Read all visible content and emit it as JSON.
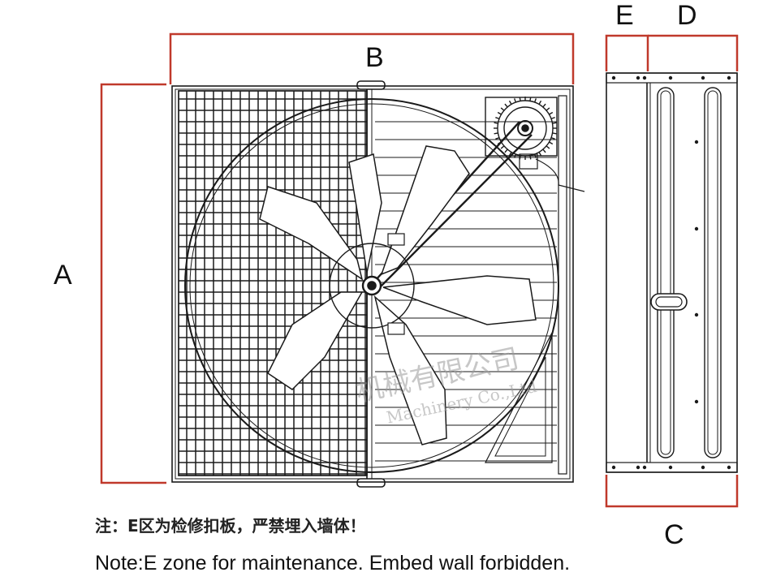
{
  "dimensions": {
    "a": "A",
    "b": "B",
    "c": "C",
    "d": "D",
    "e": "E"
  },
  "watermark": {
    "cn": "机械有限公司",
    "en": "Machinery Co.,Ltd"
  },
  "notes": {
    "chinese": "注：E区为检修扣板，严禁埋入墙体！",
    "english": "Note:E zone for maintenance. Embed wall forbidden."
  },
  "colors": {
    "dimension_line": "#c0392b",
    "drawing_line": "#1a1a1a",
    "watermark": "#9a9a9a"
  }
}
